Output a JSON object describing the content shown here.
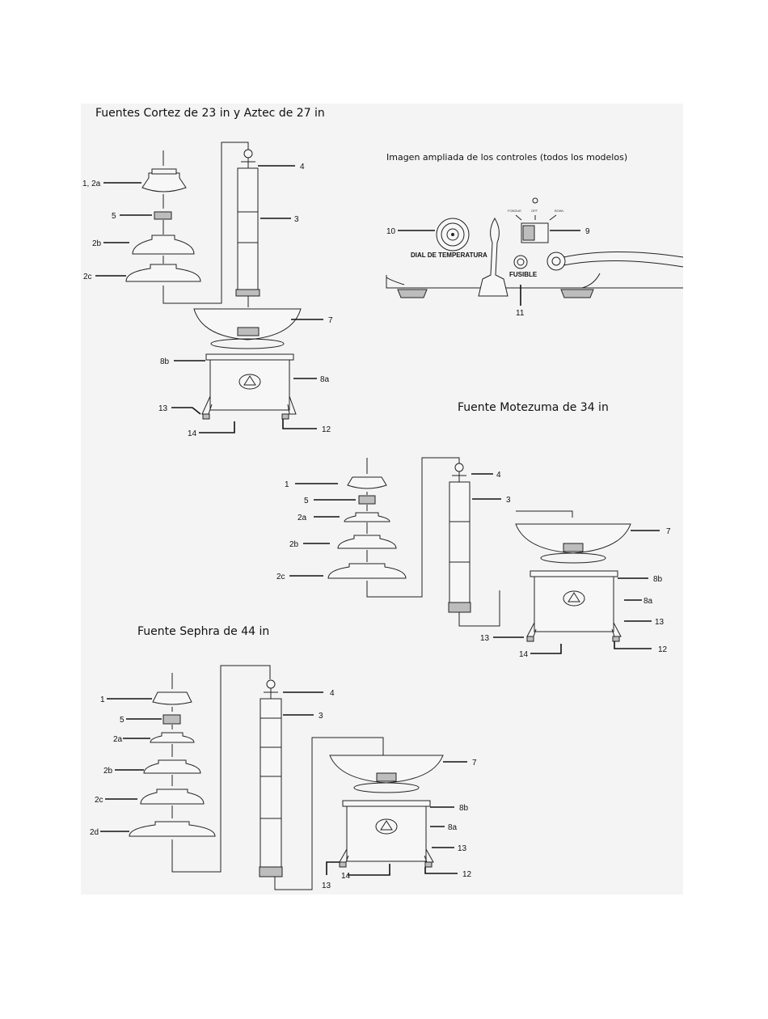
{
  "titles": {
    "cortez_aztec": "Fuentes Cortez de 23 in y Aztec de 27 in",
    "controls": "Imagen ampliada de los controles (todos los modelos)",
    "motezuma": "Fuente Motezuma de 34 in",
    "sephra": "Fuente Sephra de 44 in"
  },
  "controls": {
    "dial_label": "DIAL DE TEMPERATURA",
    "fuse_label": "FUSIBLE",
    "switch_labels": [
      "FONDUE",
      "OFF",
      "BOWL"
    ],
    "callouts": {
      "dial": "10",
      "switch": "9",
      "fuse": "11"
    }
  },
  "diagram1": {
    "tier_top": "1, 2a",
    "spacer": "5",
    "tier_b": "2b",
    "tier_c": "2c",
    "auger": "3",
    "auger_top": "4",
    "bowl": "7",
    "base_top": "8b",
    "base": "8a",
    "foot": "13",
    "bottom": "14",
    "leg": "12"
  },
  "diagram2": {
    "tier_top": "1",
    "spacer": "5",
    "tier_a": "2a",
    "tier_b": "2b",
    "tier_c": "2c",
    "auger_top": "4",
    "auger": "3",
    "bowl": "7",
    "base_top": "8b",
    "base": "8a",
    "foot_right": "13",
    "foot_left": "13",
    "bottom": "14",
    "leg": "12"
  },
  "diagram3": {
    "tier_top": "1",
    "spacer": "5",
    "tier_a": "2a",
    "tier_b": "2b",
    "tier_c": "2c",
    "tier_d": "2d",
    "auger_top": "4",
    "auger": "3",
    "bowl": "7",
    "base_top": "8b",
    "base": "8a",
    "foot_right": "13",
    "foot_left": "13",
    "bottom": "14",
    "leg": "12"
  }
}
